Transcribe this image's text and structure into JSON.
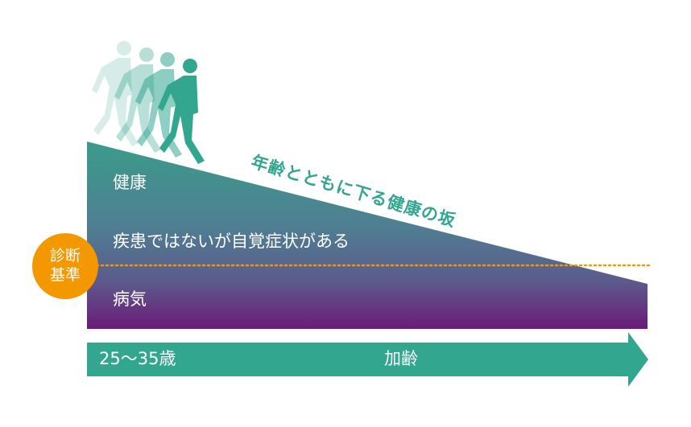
{
  "colors": {
    "green": "#33a690",
    "teal_mid": "#4a8f94",
    "purple_mid": "#5a5a8a",
    "purple": "#6a1b78",
    "orange": "#f39800",
    "white": "#ffffff"
  },
  "slope": {
    "title": "年齢とともに下る健康の坂"
  },
  "zones": {
    "healthy": "健康",
    "not_sick": "疾患ではないが自覚症状がある",
    "sick": "病気"
  },
  "badge": {
    "line1": "診断",
    "line2": "基準"
  },
  "timeline": {
    "start": "25〜35歳",
    "label": "加齢"
  },
  "icons": {
    "walker": "walking-person-icon",
    "arrow": "right-arrow-icon"
  }
}
